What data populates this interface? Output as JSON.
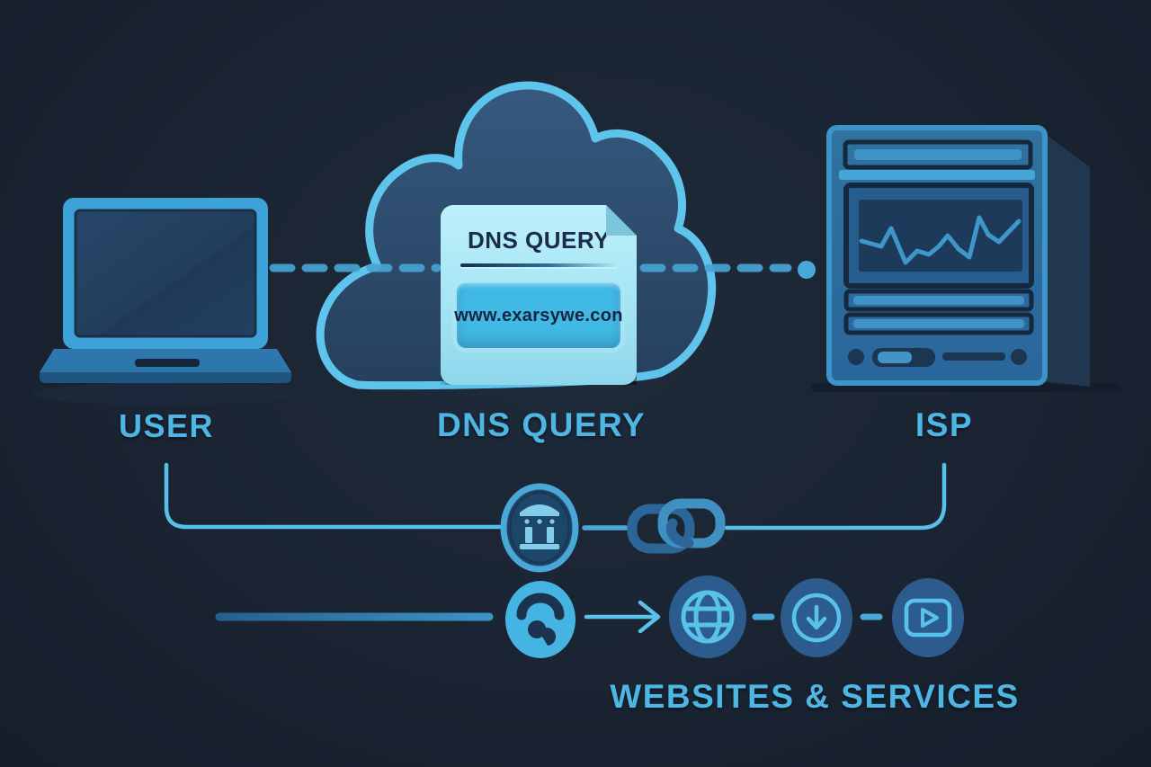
{
  "diagram": {
    "title_semantic": "DNS query flow diagram",
    "nodes": {
      "user": {
        "label": "USER"
      },
      "dns_query": {
        "label": "DNS QUERY"
      },
      "isp": {
        "label": "ISP"
      },
      "websites": {
        "label": "WEBSITES & SERVICES"
      }
    },
    "dns_card": {
      "title": "DNS QUERY",
      "url": "www.exarsywe.con"
    },
    "icons": {
      "user": "laptop-icon",
      "query_cloud": "cloud-icon",
      "isp": "server-icon",
      "resolver": "bank-icon",
      "link": "chain-link-icon",
      "secure": "lock-icon",
      "flow_arrow": "arrow-right-icon",
      "web": "globe-icon",
      "download": "download-icon",
      "media": "video-play-icon"
    },
    "connections": [
      "user -> dns cloud (dashed)",
      "dns cloud -> isp (dashed, dot end)",
      "user -> bank -> chain-link -> isp (solid elbow line)",
      "secure line -> lock -> arrow -> websites & services"
    ],
    "palette": {
      "background": "#1a2432",
      "label_blue": "#4db6e4",
      "accent_light": "#58c2ea",
      "accent_mid": "#3d9fd6",
      "accent_deep": "#2d6ea6",
      "cloud_fill": "#2e5078",
      "card_bg": "#a9e7f5",
      "card_text": "#1b2b4a",
      "url_box": "#41b9e5",
      "panel_dark": "#1c3652"
    }
  }
}
